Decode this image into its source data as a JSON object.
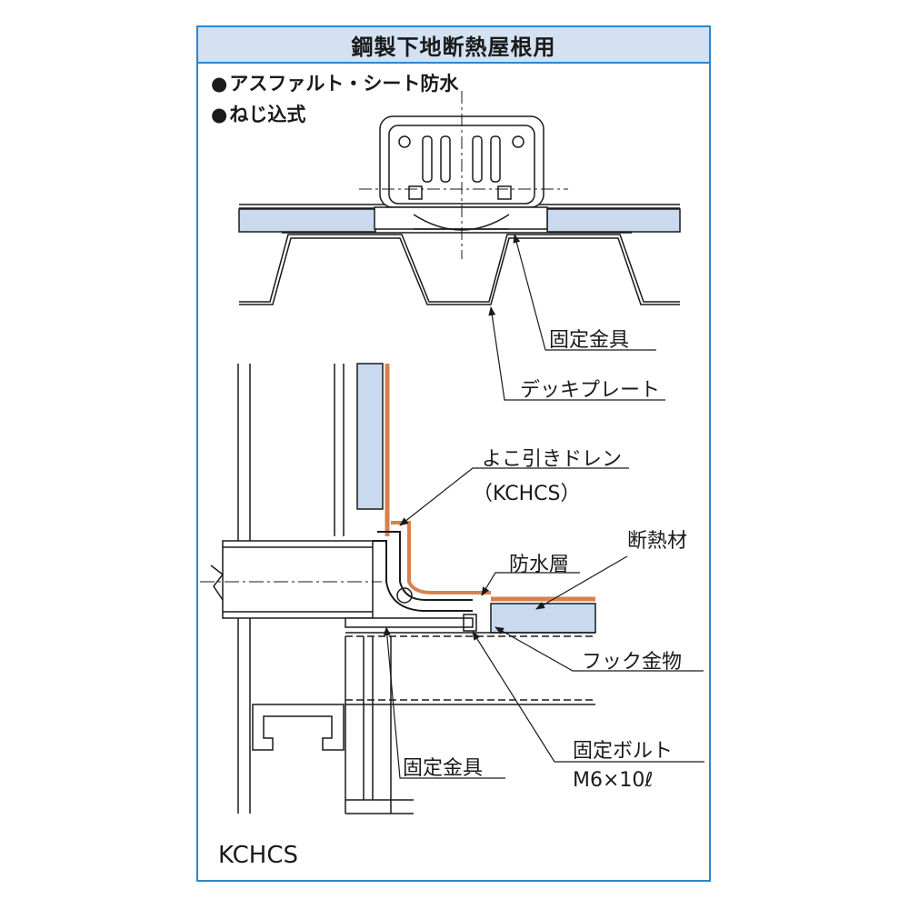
{
  "title": "鋼製下地断熱屋根用",
  "bullets": [
    {
      "mark": "●",
      "text": "アスファルト・シート防水"
    },
    {
      "mark": "●",
      "text": "ねじ込式"
    }
  ],
  "labels": {
    "fixing_bracket_top": "固定金具",
    "deck_plate": "デッキプレート",
    "side_drain": "よこ引きドレン",
    "side_drain_model": "（KCHCS）",
    "insulation": "断熱材",
    "waterproof_layer": "防水層",
    "hook_fitting": "フック金物",
    "fixing_bracket_bottom": "固定金具",
    "fixing_bolt": "固定ボルト",
    "bolt_size": "M6×10ℓ"
  },
  "model_code": "KCHCS",
  "colors": {
    "frame": "#2f86c8",
    "title_bg": "#d3e1f3",
    "insulation": "#c9daf0",
    "membrane": "#d9804f",
    "line": "#1a1a1a"
  }
}
